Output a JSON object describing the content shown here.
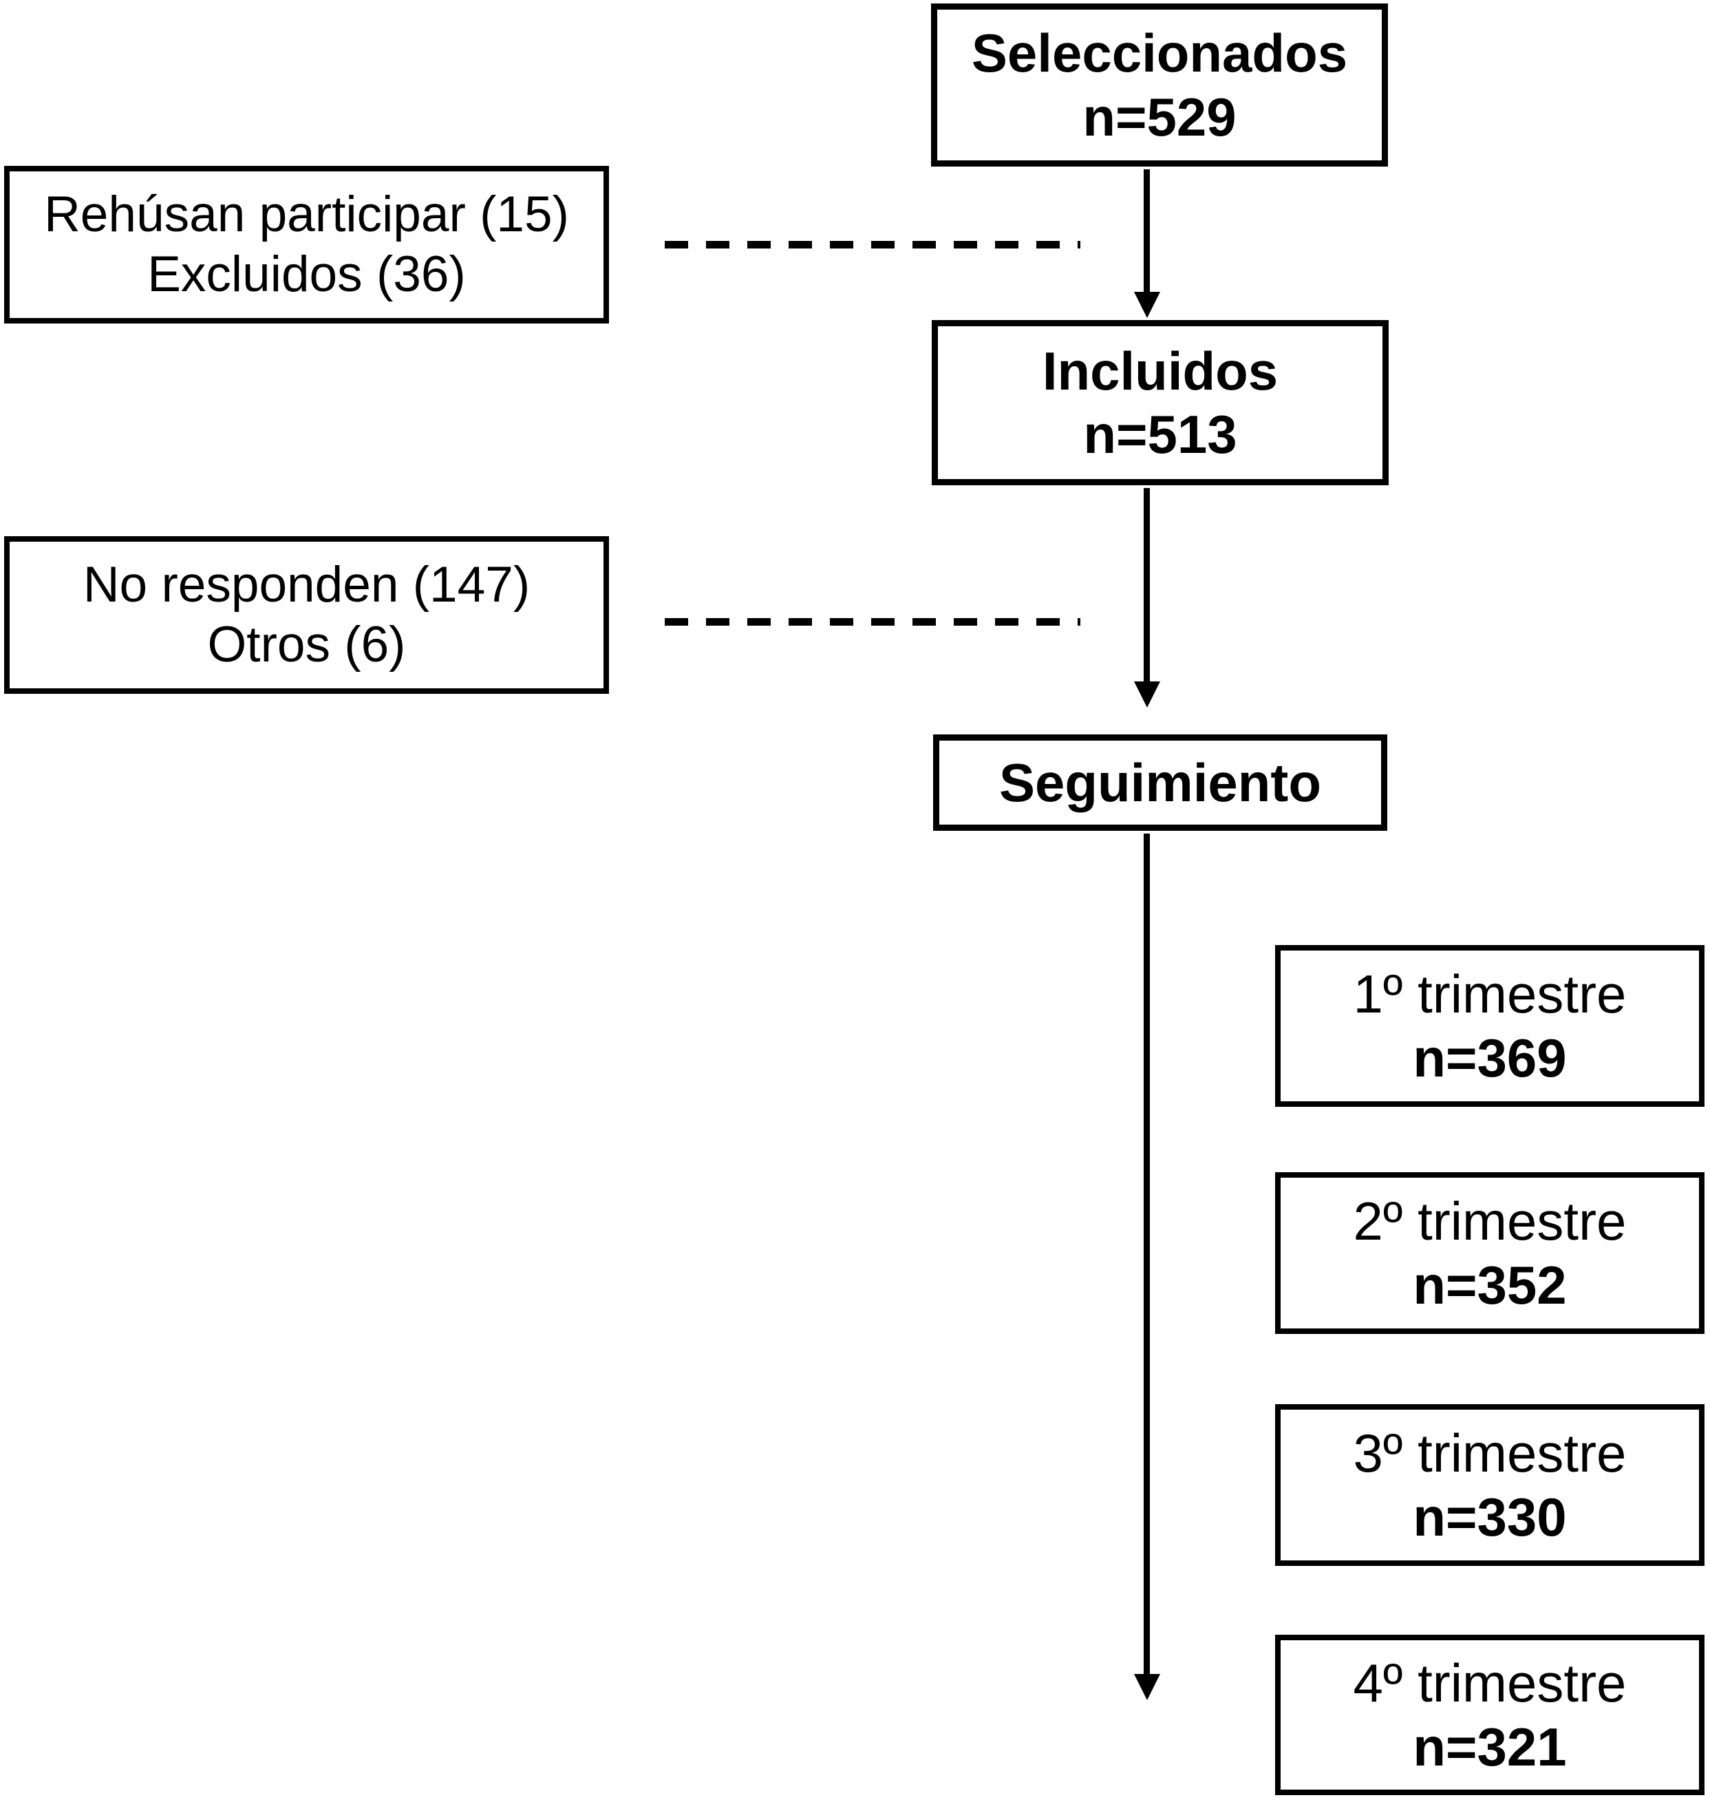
{
  "flowchart": {
    "background_color": "#ffffff",
    "line_color": "#000000",
    "seleccionados": {
      "title": "Seleccionados",
      "count": "n=529"
    },
    "exclusiones_1": {
      "line1": "Rehúsan participar (15)",
      "line2": "Excluidos (36)"
    },
    "incluidos": {
      "title": "Incluidos",
      "count": "n=513"
    },
    "exclusiones_2": {
      "line1": "No responden (147)",
      "line2": "Otros (6)"
    },
    "seguimiento": {
      "title": "Seguimiento"
    },
    "trimestres": [
      {
        "label": "1º trimestre",
        "count": "n=369"
      },
      {
        "label": "2º trimestre",
        "count": "n=352"
      },
      {
        "label": "3º trimestre",
        "count": "n=330"
      },
      {
        "label": "4º trimestre",
        "count": "n=321"
      }
    ]
  }
}
